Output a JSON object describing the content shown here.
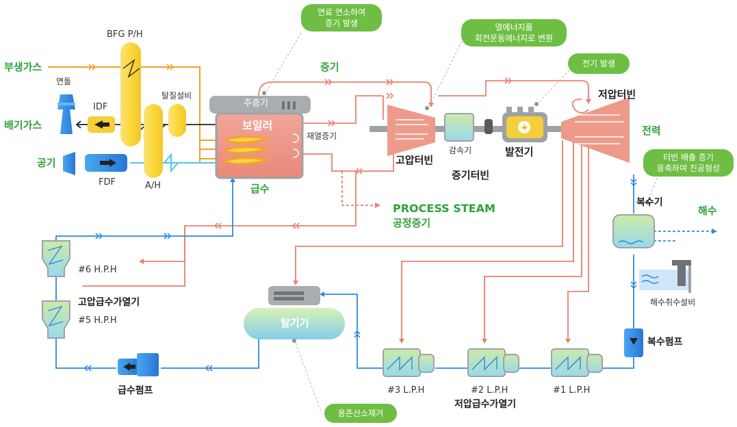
{
  "labels": {
    "byproduct_gas": "부생가스",
    "flue_gas": "배기가스",
    "air": "공기",
    "stack": "연돌",
    "idf": "IDF",
    "fdf": "FDF",
    "bfg_ph": "BFG P/H",
    "denitrification": "탈질설비",
    "ah": "A/H",
    "main_drum": "주증기",
    "boiler": "보일러",
    "reheat_steam": "재열증기",
    "feedwater": "급수",
    "steam": "증기",
    "hp_turbine": "고압터빈",
    "reducer": "감속기",
    "generator": "발전기",
    "steam_turbine": "증기터빈",
    "lp_turbine": "저압터빈",
    "power": "전력",
    "process_steam_en": "PROCESS STEAM",
    "process_steam_ko": "공정증기",
    "condenser": "복수기",
    "seawater": "해수",
    "seawater_intake": "해수취수설비",
    "condensate_pump": "복수펌프",
    "hph6": "#6 H.P.H",
    "hph5": "#5 H.P.H",
    "hp_heater": "고압급수가열기",
    "feed_pump": "급수펌프",
    "deaerator": "탈기기",
    "lph3": "#3 L.P.H",
    "lph2": "#2 L.P.H",
    "lph1": "#1 L.P.H",
    "lp_heater": "저압급수가열기"
  },
  "bubbles": {
    "combustion": [
      "연료 연소하여",
      "증기 발생"
    ],
    "rotation": [
      "열에너지를",
      "회전운동에너지로 변환"
    ],
    "generation": [
      "전기 발생"
    ],
    "vacuum": [
      "터빈 배출 증기",
      "응축하여 진공형성"
    ],
    "deoxygen": [
      "용존산소제거"
    ]
  },
  "colors": {
    "gas_orange": "#f0a02a",
    "steam_red": "#e9806f",
    "water_blue": "#2b8ae3",
    "label_green": "#2ea23a",
    "bubble_green": "#6fbe44",
    "tank_yellow": "#f7d84a",
    "turbine_pink": "#ee9a8a"
  },
  "icons": [
    "stack-icon",
    "fan-icon",
    "flame-icon",
    "lightning-icon",
    "pump-icon",
    "intake-icon"
  ]
}
